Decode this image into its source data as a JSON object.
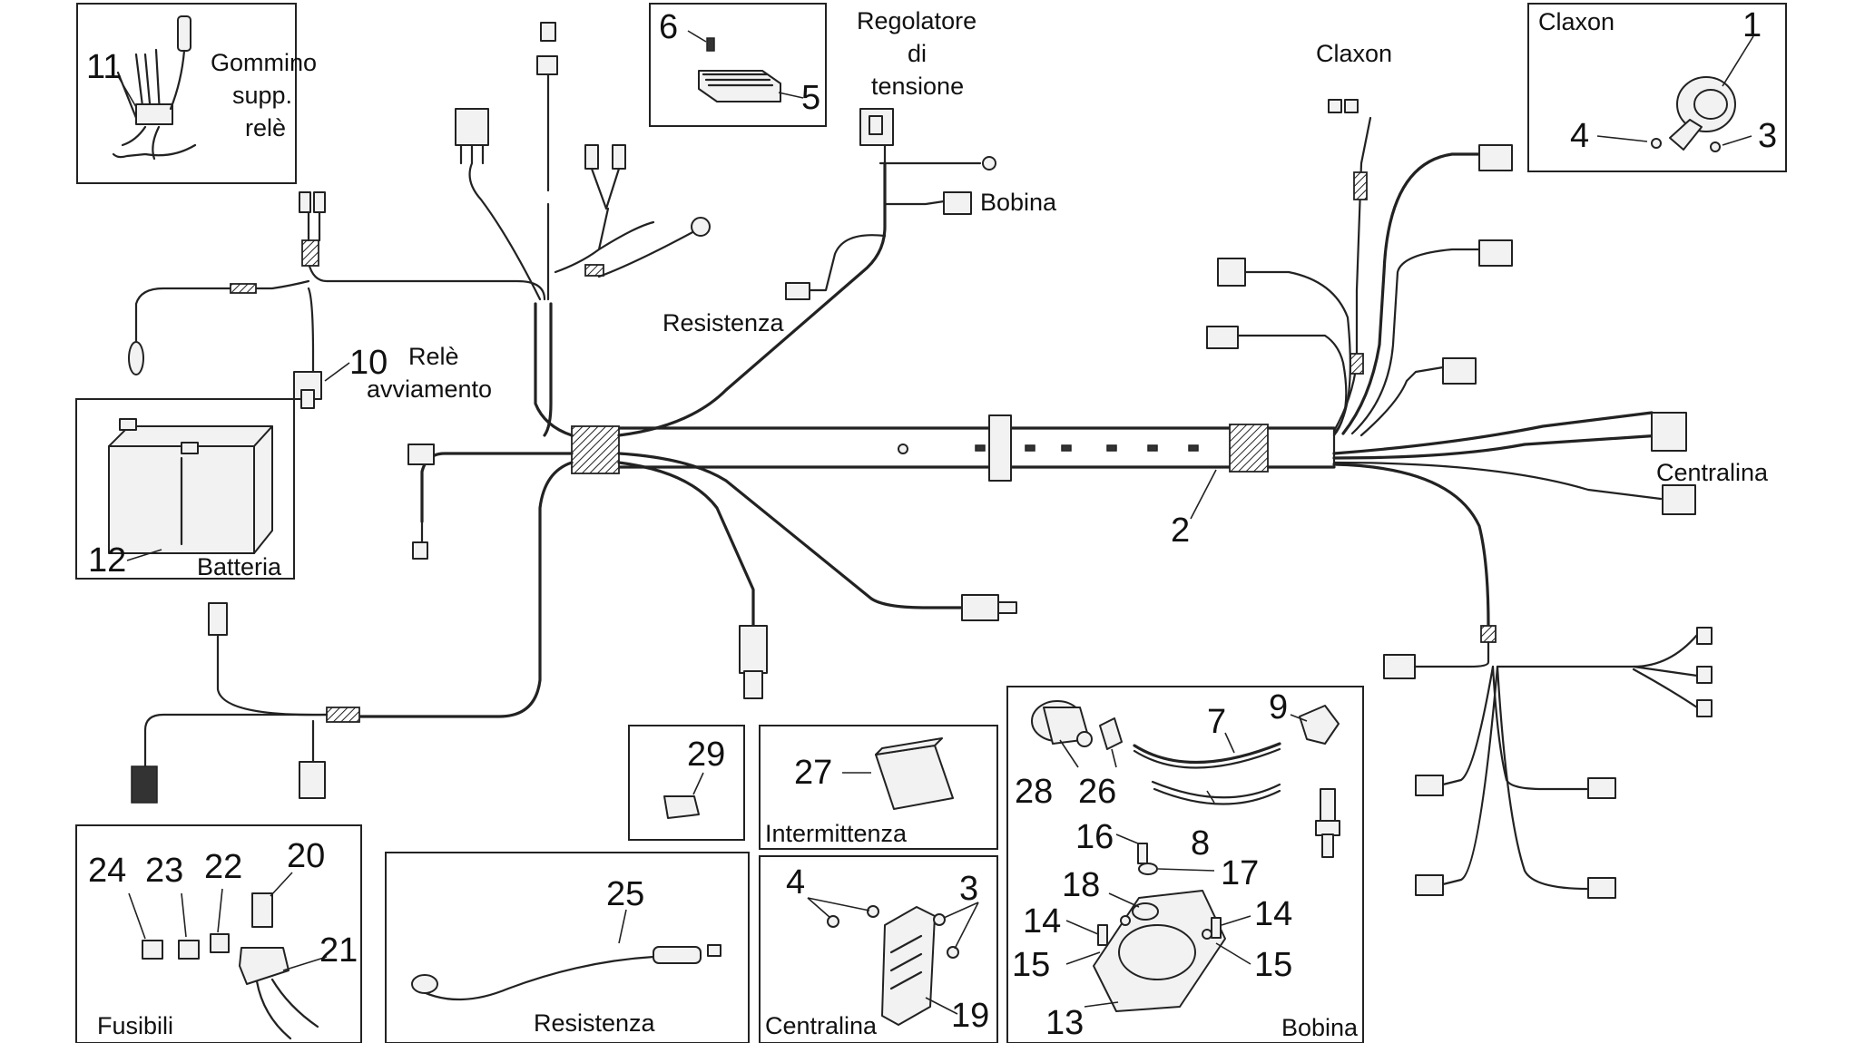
{
  "labels": {
    "gommino": [
      "Gommino",
      "supp.",
      "relè"
    ],
    "regolatore": [
      "Regolatore",
      "di",
      "tensione"
    ],
    "claxon_box": "Claxon",
    "claxon_wire": "Claxon",
    "bobina_wire": "Bobina",
    "resistenza_wire": "Resistenza",
    "rele_avviamento": [
      "Relè",
      "avviamento"
    ],
    "batteria": "Batteria",
    "centralina_wire": "Centralina",
    "intermittenza": "Intermittenza",
    "fusibili": "Fusibili",
    "resistenza_box": "Resistenza",
    "centralina_box": "Centralina",
    "bobina_box": "Bobina"
  },
  "numbers": {
    "n1": "1",
    "n2": "2",
    "n3a": "3",
    "n3b": "3",
    "n4a": "4",
    "n4b": "4",
    "n5": "5",
    "n6": "6",
    "n7": "7",
    "n8": "8",
    "n9": "9",
    "n10": "10",
    "n11": "11",
    "n12": "12",
    "n13": "13",
    "n14a": "14",
    "n14b": "14",
    "n15a": "15",
    "n15b": "15",
    "n16": "16",
    "n17": "17",
    "n18": "18",
    "n19": "19",
    "n20": "20",
    "n21": "21",
    "n22": "22",
    "n23": "23",
    "n24": "24",
    "n25": "25",
    "n26": "26",
    "n27": "27",
    "n28": "28",
    "n29": "29"
  }
}
